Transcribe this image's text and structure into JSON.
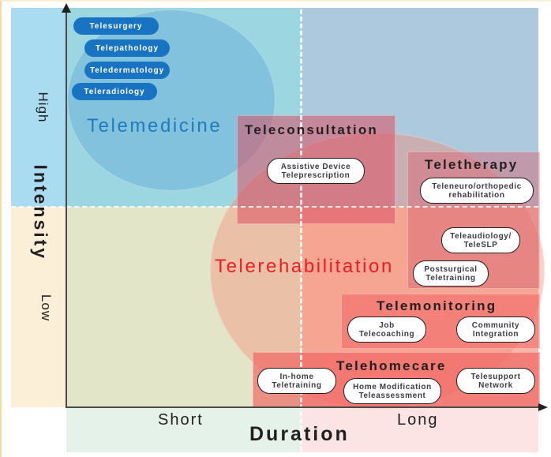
{
  "diagram": {
    "axes": {
      "y_title": "Intensity",
      "y_high": "High",
      "y_low": "Low",
      "x_title": "Duration",
      "x_short": "Short",
      "x_long": "Long"
    },
    "domains": {
      "telemedicine": {
        "label": "Telemedicine",
        "color": "#1f7bc0",
        "services": [
          "Telesurgery",
          "Telepathology",
          "Teledermatology",
          "Teleradiology"
        ]
      },
      "telerehabilitation": {
        "label": "Telerehabilitation",
        "color": "#ed1c24"
      }
    },
    "categories": {
      "teleconsultation": {
        "title": "Teleconsultation",
        "items": [
          {
            "line1": "Assistive Device",
            "line2": "Teleprescription"
          }
        ]
      },
      "teletherapy": {
        "title": "Teletherapy",
        "items": [
          {
            "line1": "Teleneuro/orthopedic",
            "line2": "rehabilitation"
          },
          {
            "line1": "Teleaudiology/",
            "line2": "TeleSLP"
          },
          {
            "line1": "Postsurgical",
            "line2": "Teletraining"
          }
        ]
      },
      "telemonitoring": {
        "title": "Telemonitoring",
        "items": [
          {
            "line1": "Job",
            "line2": "Telecoaching"
          },
          {
            "line1": "Community",
            "line2": "Integration"
          }
        ]
      },
      "telehomecare": {
        "title": "Telehomecare",
        "items": [
          {
            "line1": "In-home",
            "line2": "Teletraining"
          },
          {
            "line1": "Home Modification",
            "line2": "Teleassessment"
          },
          {
            "line1": "Telesupport",
            "line2": "Network"
          }
        ]
      }
    }
  }
}
